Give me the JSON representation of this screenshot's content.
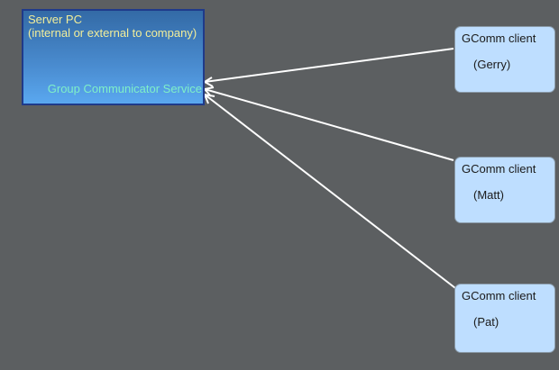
{
  "diagram": {
    "background_color": "#5c5f61",
    "server": {
      "title_line1": "Server PC",
      "title_line2": "(internal or external to company)",
      "service_label": "Group Communicator Service"
    },
    "clients": [
      {
        "name": "GComm client",
        "user": "(Gerry)"
      },
      {
        "name": "GComm client",
        "user": "(Matt)"
      },
      {
        "name": "GComm client",
        "user": "(Pat)"
      }
    ],
    "connections": [
      {
        "from": "client-gerry",
        "to": "server",
        "arrow": "to"
      },
      {
        "from": "client-matt",
        "to": "server",
        "arrow": "to"
      },
      {
        "from": "client-pat",
        "to": "server",
        "arrow": "to"
      }
    ]
  }
}
